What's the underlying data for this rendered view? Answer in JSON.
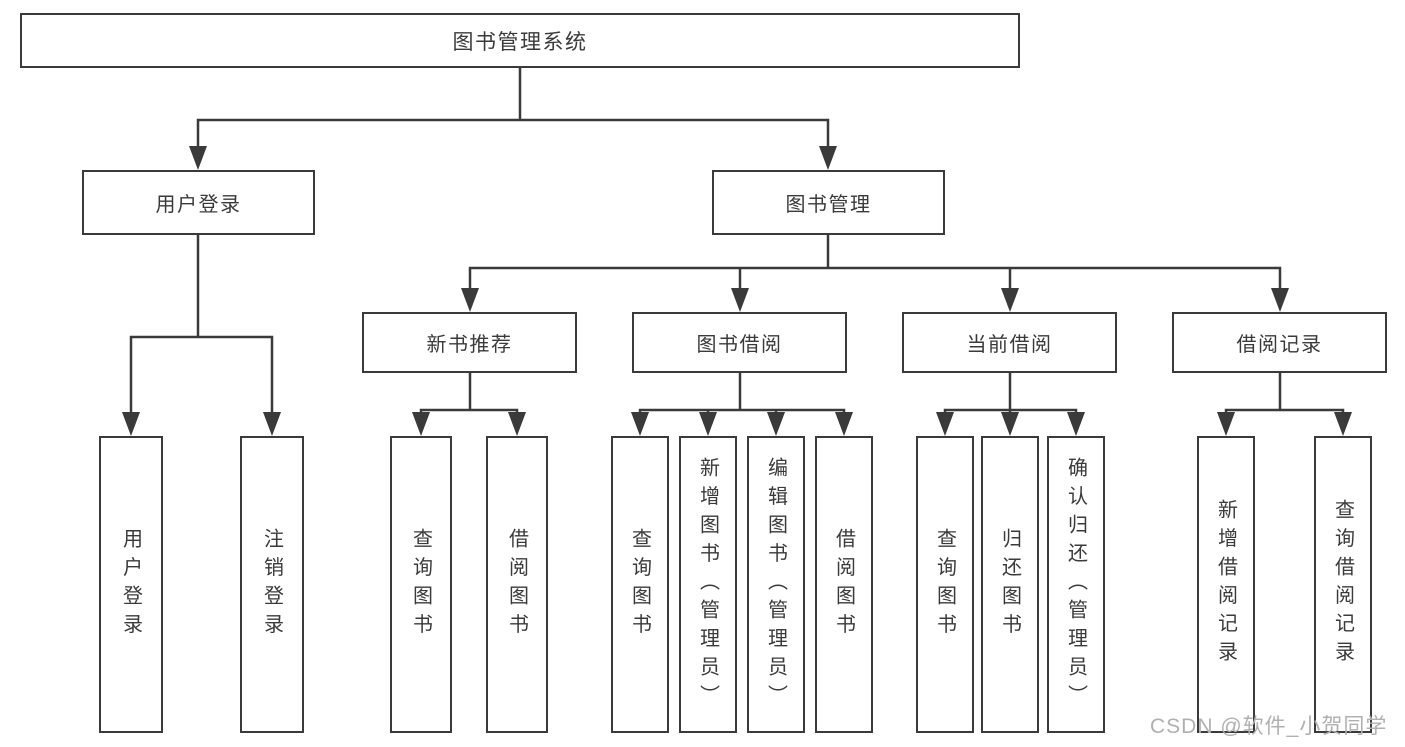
{
  "colors": {
    "line": "#3a3a3a",
    "text": "#3a3a3a",
    "background": "#ffffff",
    "watermark": "#b0b0b0"
  },
  "diagram": {
    "root": {
      "label": "图书管理系统"
    },
    "level2": [
      {
        "label": "用户登录"
      },
      {
        "label": "图书管理"
      }
    ],
    "level3": [
      {
        "label": "新书推荐"
      },
      {
        "label": "图书借阅"
      },
      {
        "label": "当前借阅"
      },
      {
        "label": "借阅记录"
      }
    ],
    "leaves": {
      "user_login": [
        {
          "label": "用户登录"
        },
        {
          "label": "注销登录"
        }
      ],
      "new_books": [
        {
          "label": "查询图书"
        },
        {
          "label": "借阅图书"
        }
      ],
      "book_borrow": [
        {
          "label": "查询图书"
        },
        {
          "label": "新增图书（管理员）"
        },
        {
          "label": "编辑图书（管理员）"
        },
        {
          "label": "借阅图书"
        }
      ],
      "current_borrow": [
        {
          "label": "查询图书"
        },
        {
          "label": "归还图书"
        },
        {
          "label": "确认归还（管理员）"
        }
      ],
      "borrow_records": [
        {
          "label": "新增借阅记录"
        },
        {
          "label": "查询借阅记录"
        }
      ]
    }
  },
  "watermark": {
    "text": "CSDN @软件_小贺同学"
  }
}
